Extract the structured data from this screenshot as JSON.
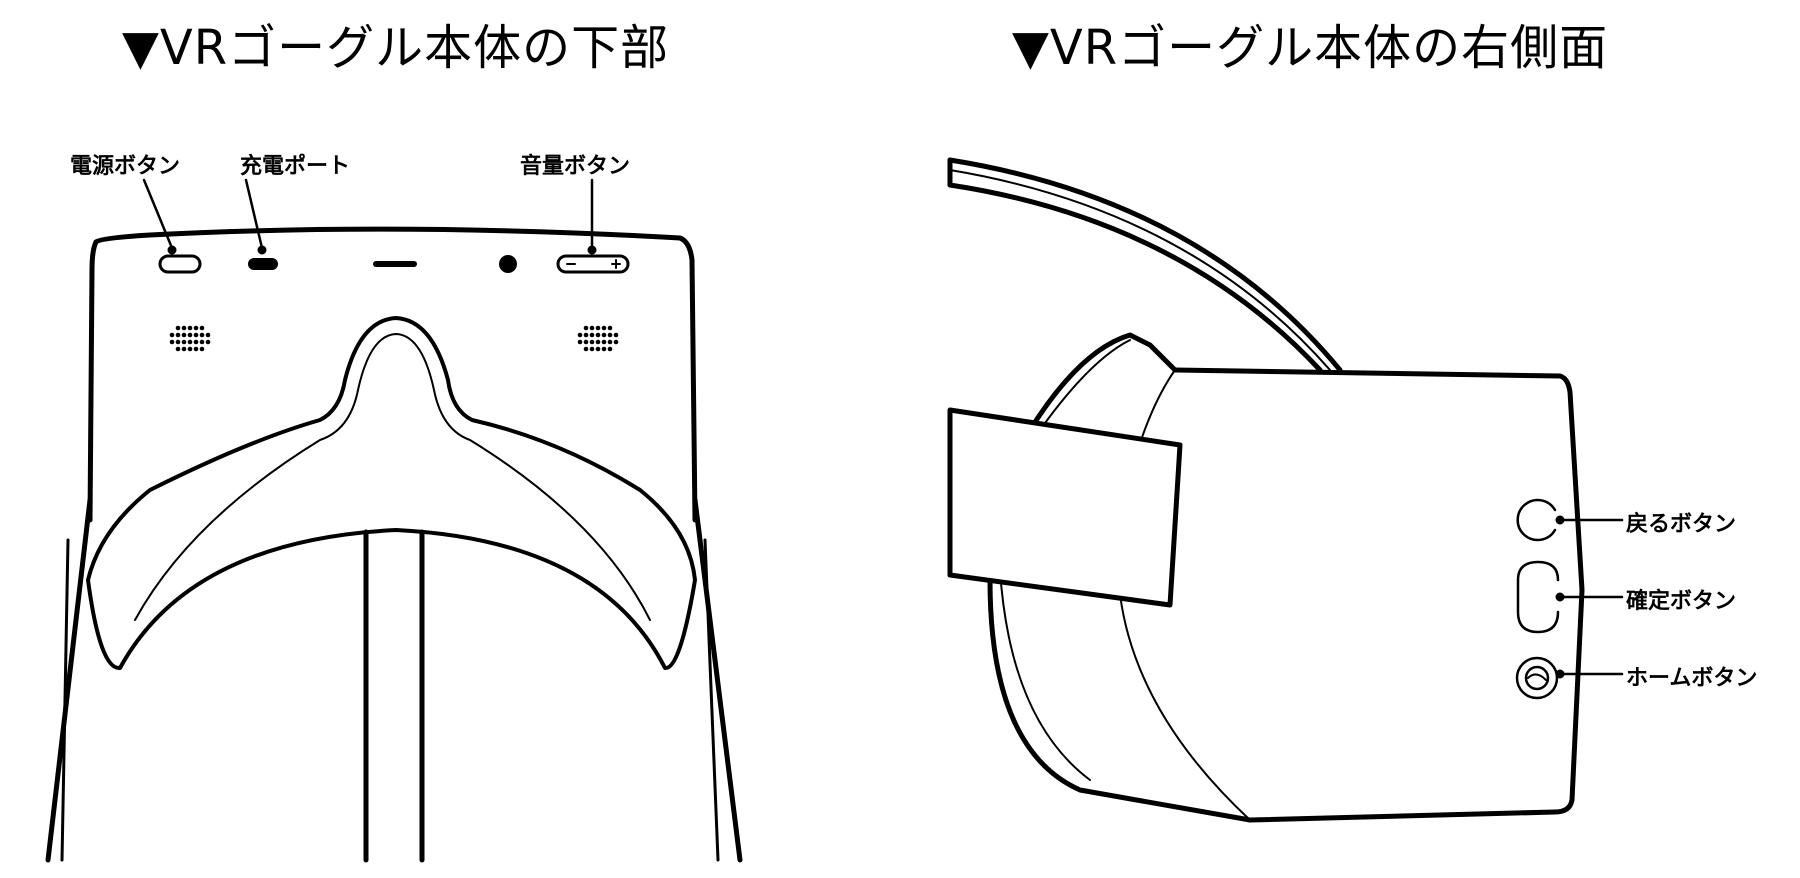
{
  "panels": {
    "bottom": {
      "title": "▼VRゴーグル本体の下部",
      "labels": {
        "power": "電源ボタン",
        "charge": "充電ポート",
        "volume": "音量ボタン"
      }
    },
    "side": {
      "title": "▼VRゴーグル本体の右側面",
      "labels": {
        "back": "戻るボタン",
        "confirm": "確定ボタン",
        "home": "ホームボタン"
      }
    }
  },
  "colors": {
    "line": "#000000",
    "background": "#ffffff"
  }
}
